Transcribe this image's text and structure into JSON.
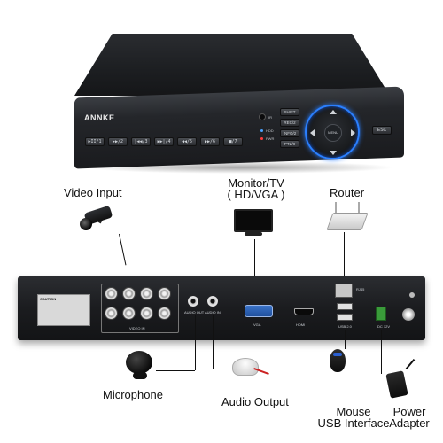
{
  "front": {
    "brand": "ANNKE",
    "channel_buttons": [
      "▶II/1",
      "▶▶/2",
      "|◀◀/3",
      "▶▶|/4",
      "◀◀/5",
      "▶▶/6",
      "■/7"
    ],
    "indicators": [
      "IR",
      "HDD",
      "PWR"
    ],
    "function_buttons": [
      "SHIFT",
      "REC/2",
      "INFO/2",
      "PTZ/8"
    ],
    "dpad_center": "MENU",
    "esc": "ESC"
  },
  "labels": {
    "video_input": "Video Input",
    "monitor_line1": "Monitor/TV",
    "monitor_line2": "( HD/VGA )",
    "router": "Router",
    "microphone": "Microphone",
    "audio_output": "Audio Output",
    "mouse_line1": "Mouse",
    "mouse_line2": "USB Interface",
    "power_line1": "Power",
    "power_line2": "Adapter"
  },
  "rear": {
    "video_in": "VIDEO IN",
    "audio_out": "AUDIO OUT",
    "audio_in": "AUDIO IN",
    "vga": "VGA",
    "hdmi": "HDMI",
    "rj45": "RJ45",
    "usb": "USB 2.0",
    "dc": "DC 12V",
    "caution": "CAUTION"
  },
  "colors": {
    "accent_blue": "#2a7fff",
    "body_dark": "#1b1c1f",
    "led_red": "#ff3b3b",
    "led_blue": "#4aa3ff"
  }
}
